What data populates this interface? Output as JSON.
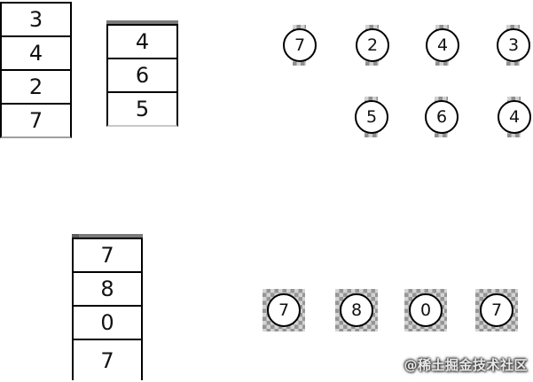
{
  "diagram": {
    "description_hint": "linked-list addition illustration: 7-2-4-3 plus 5-6-4 equals 7-8-0-7"
  },
  "stacks": [
    {
      "name": "stack-l1",
      "cells": [
        "3",
        "4",
        "2",
        "7"
      ],
      "has_top_bar": false
    },
    {
      "name": "stack-l2",
      "cells": [
        "4",
        "6",
        "5"
      ],
      "has_top_bar": true
    },
    {
      "name": "stack-result",
      "cells": [
        "7",
        "8",
        "0",
        "7"
      ],
      "has_top_bar": true
    }
  ],
  "node_rows": [
    {
      "name": "list1-nodes",
      "values": [
        "7",
        "2",
        "4",
        "3"
      ]
    },
    {
      "name": "list2-nodes",
      "values": [
        "5",
        "6",
        "4"
      ]
    },
    {
      "name": "result-nodes",
      "values": [
        "7",
        "8",
        "0",
        "7"
      ]
    }
  ],
  "colors": {
    "background": "#ffffff",
    "cell_fill": "#ffffff",
    "line": "#000000",
    "stack_top_bar": "#7a7a7a",
    "stack_l2_bottom_line": "#c8c8c8",
    "selection_handle_dark": "#8f8f8f",
    "selection_handle_light": "#d2d2d2"
  },
  "watermark": {
    "text": "@稀土掘金技术社区"
  }
}
